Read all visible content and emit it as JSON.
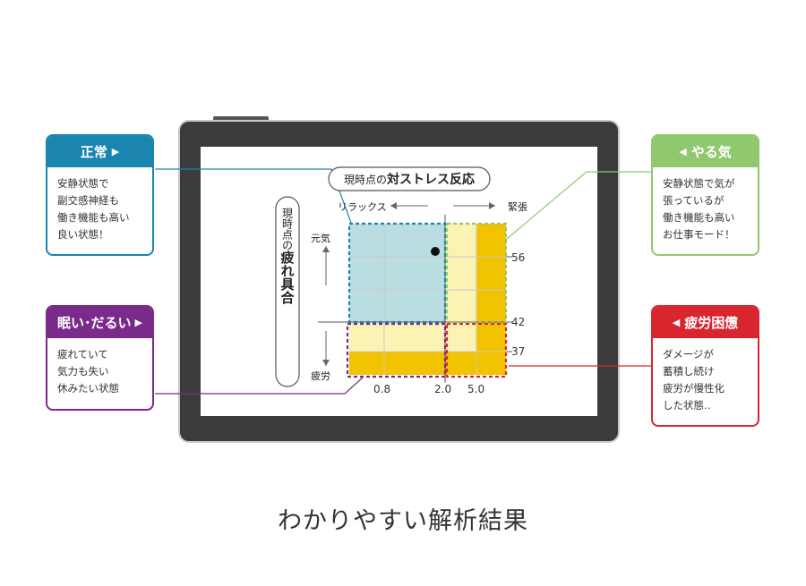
{
  "caption": "わかりやすい解析結果",
  "chart": {
    "title_prefix": "現時点の",
    "title_bold": "対ストレス反応",
    "x_left_label": "リラックス",
    "x_right_label": "緊張",
    "y_title_prefix": "現時点の",
    "y_title_bold": "疲れ具合",
    "y_top_label": "元気",
    "y_bottom_label": "疲労",
    "x_ticks": [
      "0.8",
      "2.0",
      "5.0"
    ],
    "y_ticks": [
      "56",
      "42",
      "37"
    ]
  },
  "callouts": {
    "normal": {
      "title": "正常",
      "color": "#1a86b0",
      "lines": [
        "安静状態で",
        "副交感神経も",
        "働き機能も高い",
        "良い状態！"
      ]
    },
    "drowsy": {
      "title": "眠い･だるい",
      "color": "#7a2a8a",
      "lines": [
        "疲れていて",
        "気力も失い",
        "休みたい状態"
      ]
    },
    "motivated": {
      "title": "やる気",
      "color": "#8fc86e",
      "lines": [
        "安静状態で気が",
        "張っているが",
        "働き機能も高い",
        "お仕事モード！"
      ]
    },
    "fatigue": {
      "title": "疲労困憊",
      "color": "#d9262e",
      "lines": [
        "ダメージが",
        "蓄積し続け",
        "疲労が慢性化",
        "した状態‥"
      ]
    }
  }
}
